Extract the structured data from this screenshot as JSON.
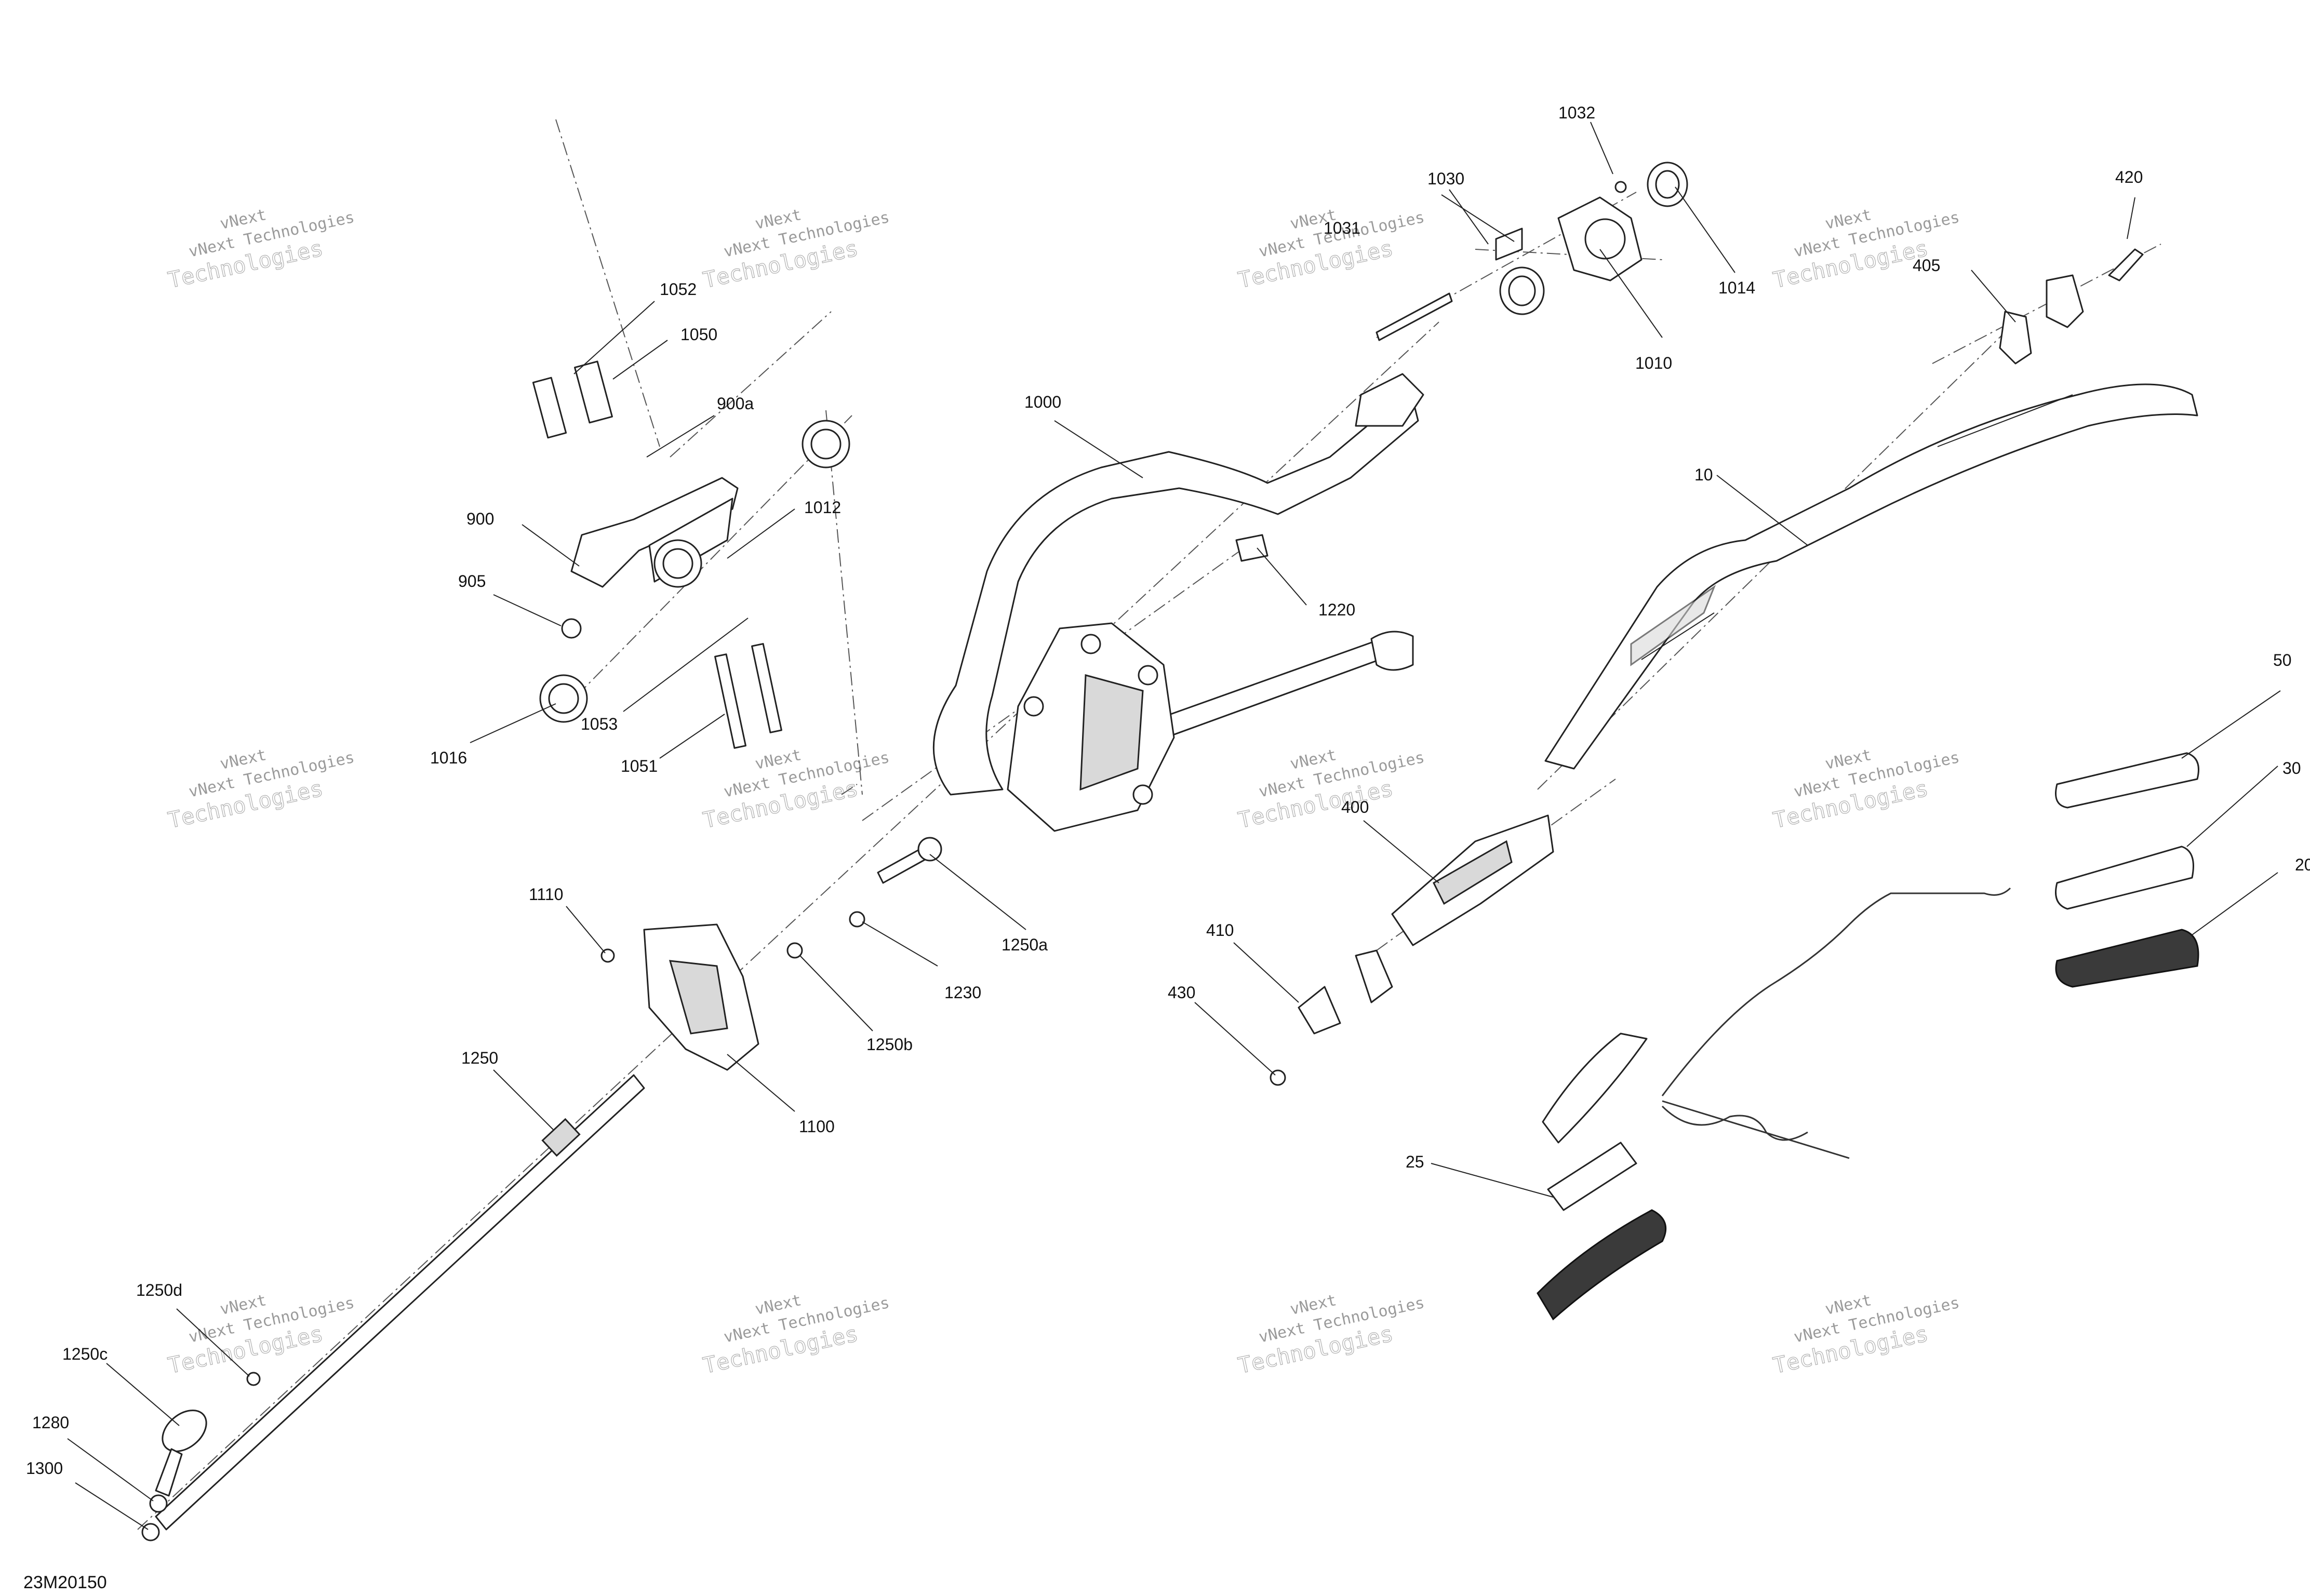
{
  "diagram": {
    "code": "23M20150",
    "watermark_line1": "vNext",
    "watermark_line2": "Technologies",
    "watermark_line3": "vNext Technologies"
  },
  "callouts": {
    "c1032": "1032",
    "c1030": "1030",
    "c1031": "1031",
    "c1014": "1014",
    "c1010": "1010",
    "c420": "420",
    "c405": "405",
    "c1052": "1052",
    "c1050": "1050",
    "c900a": "900a",
    "c900": "900",
    "c1012": "1012",
    "c905": "905",
    "c1000": "1000",
    "c10": "10",
    "c1220": "1220",
    "c1053": "1053",
    "c1016": "1016",
    "c1051": "1051",
    "c50": "50",
    "c30": "30",
    "c20": "20",
    "c400": "400",
    "c1110": "1110",
    "c1250a": "1250a",
    "c1230": "1230",
    "c1250b": "1250b",
    "c410": "410",
    "c430": "430",
    "c1250": "1250",
    "c1100": "1100",
    "c25": "25",
    "c1250d": "1250d",
    "c1250c": "1250c",
    "c1280": "1280",
    "c1300": "1300"
  }
}
